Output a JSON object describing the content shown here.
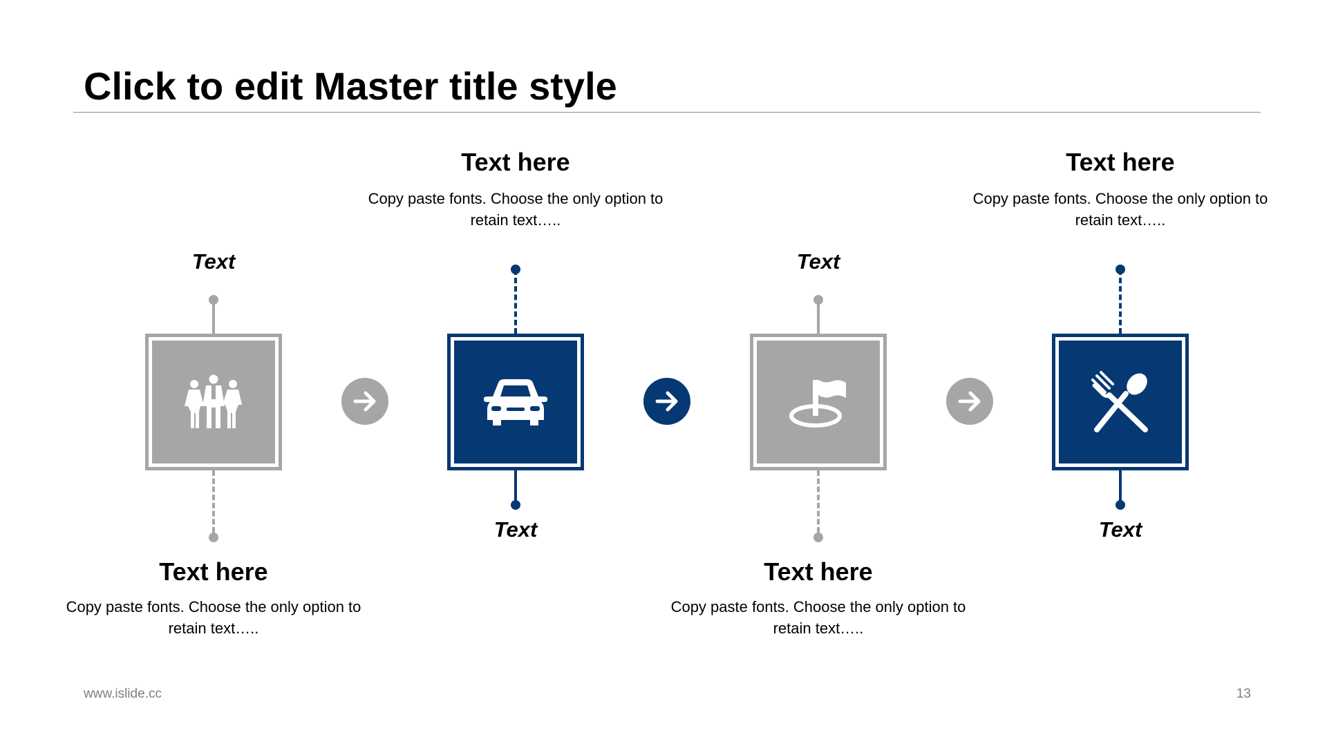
{
  "slide": {
    "title": "Click to edit Master title style",
    "footer_url": "www.islide.cc",
    "page_number": "13"
  },
  "steps": [
    {
      "heading": "Text here",
      "description": "Copy paste fonts. Choose the only option to retain text…..",
      "tag": "Text",
      "icon": "people-group-icon",
      "color": "#a6a6a6"
    },
    {
      "heading": "Text here",
      "description": "Copy paste fonts. Choose the only option to retain text…..",
      "tag": "Text",
      "icon": "car-icon",
      "color": "#063873"
    },
    {
      "heading": "Text here",
      "description": "Copy paste fonts. Choose the only option to retain text…..",
      "tag": "Text",
      "icon": "flag-target-icon",
      "color": "#a6a6a6"
    },
    {
      "heading": "Text here",
      "description": "Copy paste fonts. Choose the only option to retain text…..",
      "tag": "Text",
      "icon": "fork-spoon-icon",
      "color": "#063873"
    }
  ],
  "arrows": [
    {
      "icon": "arrow-right-icon",
      "color": "#a6a6a6"
    },
    {
      "icon": "arrow-right-icon",
      "color": "#063873"
    },
    {
      "icon": "arrow-right-icon",
      "color": "#a6a6a6"
    }
  ]
}
